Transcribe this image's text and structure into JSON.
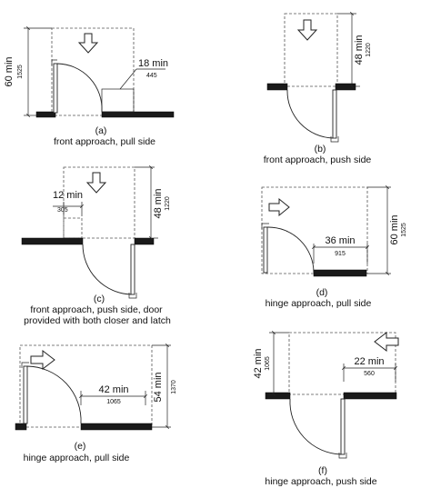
{
  "panels": [
    {
      "id": "a",
      "letter": "(a)",
      "caption": [
        "front approach, pull side"
      ],
      "dim_main": "60 min",
      "dim_main_mm": "1525",
      "dim_clear": "18 min",
      "dim_clear_mm": "445"
    },
    {
      "id": "b",
      "letter": "(b)",
      "caption": [
        "front approach, push side"
      ],
      "dim_main": "48 min",
      "dim_main_mm": "1220"
    },
    {
      "id": "c",
      "letter": "(c)",
      "caption": [
        "front approach, push side, door",
        "provided with both closer and latch"
      ],
      "dim_main": "48 min",
      "dim_main_mm": "1220",
      "dim_clear": "12 min",
      "dim_clear_mm": "305"
    },
    {
      "id": "d",
      "letter": "(d)",
      "caption": [
        "hinge approach, pull side"
      ],
      "dim_main": "60 min",
      "dim_main_mm": "1525",
      "dim_clear": "36 min",
      "dim_clear_mm": "915"
    },
    {
      "id": "e",
      "letter": "(e)",
      "caption": [
        "hinge approach, pull side"
      ],
      "dim_main": "54 min",
      "dim_main_mm": "1370",
      "dim_clear": "42 min",
      "dim_clear_mm": "1065"
    },
    {
      "id": "f",
      "letter": "(f)",
      "caption": [
        "hinge approach, push side"
      ],
      "dim_main": "42 min",
      "dim_main_mm": "1065",
      "dim_clear": "22 min",
      "dim_clear_mm": "560"
    }
  ]
}
